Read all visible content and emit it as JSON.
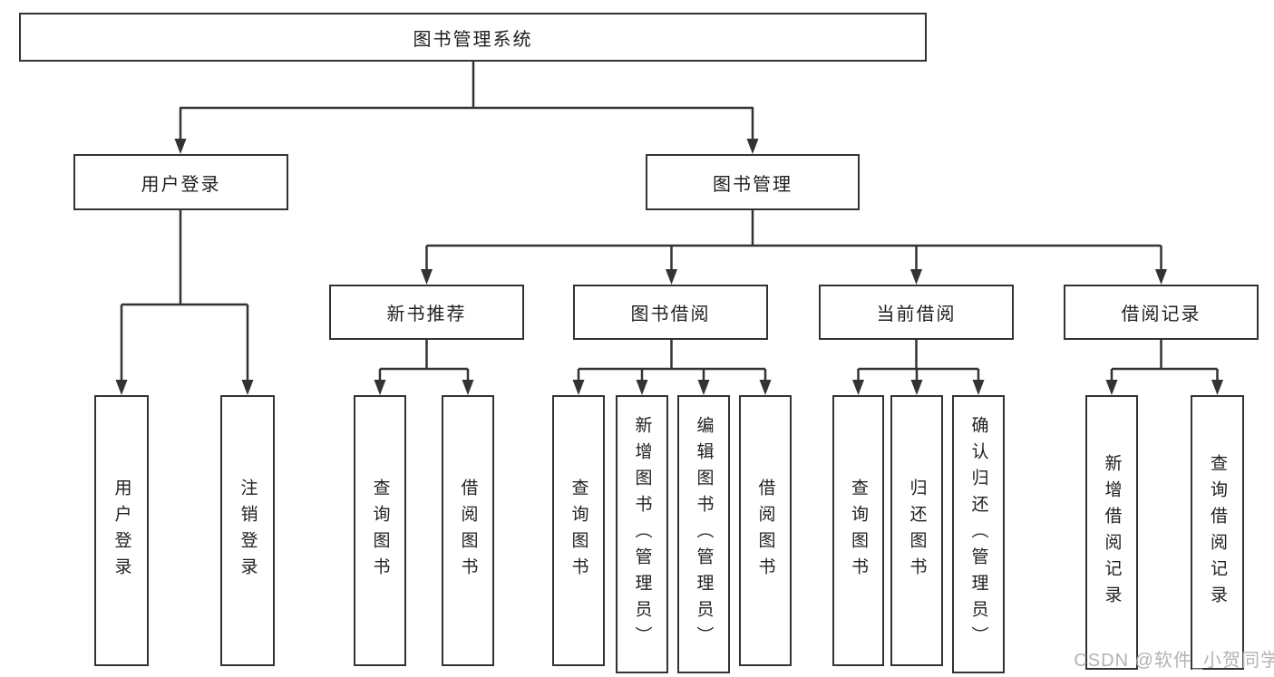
{
  "diagram_title": "图书管理系统",
  "watermark": {
    "text": "CSDN @软件_小贺同学"
  },
  "colors": {
    "line": "#333333",
    "box_border": "#333333",
    "box_fill": "#ffffff",
    "text": "#1f1f1f",
    "watermark": "#b3b3b3",
    "background": "#ffffff"
  },
  "tree": {
    "root": {
      "label": "图书管理系统"
    },
    "children": [
      {
        "label": "用户登录",
        "children": [
          {
            "label": "用户登录"
          },
          {
            "label": "注销登录"
          }
        ]
      },
      {
        "label": "图书管理",
        "children": [
          {
            "label": "新书推荐",
            "children": [
              {
                "label": "查询图书"
              },
              {
                "label": "借阅图书"
              }
            ]
          },
          {
            "label": "图书借阅",
            "children": [
              {
                "label": "查询图书"
              },
              {
                "label": "新增图书（管理员）"
              },
              {
                "label": "编辑图书（管理员）"
              },
              {
                "label": "借阅图书"
              }
            ]
          },
          {
            "label": "当前借阅",
            "children": [
              {
                "label": "查询图书"
              },
              {
                "label": "归还图书"
              },
              {
                "label": "确认归还（管理员）"
              }
            ]
          },
          {
            "label": "借阅记录",
            "children": [
              {
                "label": "新增借阅记录"
              },
              {
                "label": "查询借阅记录"
              }
            ]
          }
        ]
      }
    ]
  }
}
